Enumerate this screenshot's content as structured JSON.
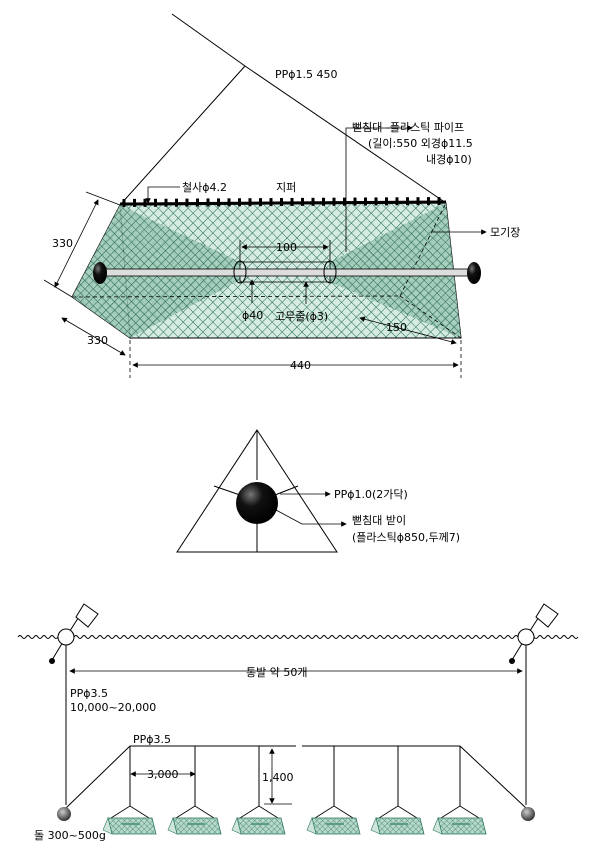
{
  "trap": {
    "rope_label": "PPɸ1.5  450",
    "pipe_label_1": "뻗침대 -플라스틱 파이프",
    "pipe_label_2": "(길이:550 외경ɸ11.5",
    "pipe_label_3": "내경ɸ10)",
    "wire_label": "철사ɸ4.2",
    "zipper_label": "지퍼",
    "net_label": "모기장",
    "dim_height": "330",
    "dim_depth": "330",
    "dim_inner": "100",
    "dim_funnel": "ɸ40",
    "rubber_label": "고무줄(ɸ3)",
    "dim_entrance": "150",
    "dim_length": "440"
  },
  "section": {
    "rope_label": "PPɸ1.0(2가닥)",
    "holder_label_1": "뻗침대 받이",
    "holder_label_2": "(플라스틱ɸ850,두께7)"
  },
  "longline": {
    "span_label": "통발 약 50개",
    "vertical_rope_1": "PPɸ3.5",
    "vertical_rope_2": "10,000~20,000",
    "main_rope": "PPɸ3.5",
    "spacing": "3,000",
    "drop_length": "1,400",
    "sinker": "돌 300~500g",
    "trap_count_shown": 6
  },
  "colors": {
    "net": "#1f6a4f",
    "net_fill": "#cfe5dc",
    "trap_fill": "#9ec9b9",
    "ink": "#000000"
  }
}
